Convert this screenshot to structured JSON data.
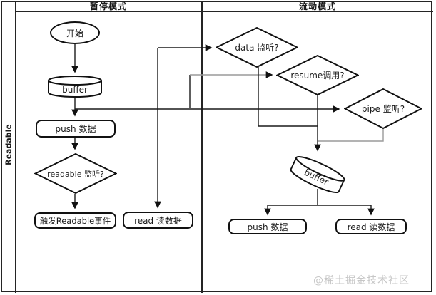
{
  "pool": {
    "label": "Readable"
  },
  "lanes": {
    "paused": {
      "title": "暂停模式"
    },
    "flowing": {
      "title": "流动模式"
    }
  },
  "nodes": {
    "start": {
      "type": "ellipse",
      "label": "开始"
    },
    "buffer_left": {
      "type": "cylinder",
      "label": "buffer"
    },
    "push_left": {
      "type": "process",
      "label": "push 数据"
    },
    "readable_check": {
      "type": "decision",
      "label": "readable 监听?"
    },
    "trigger_readable": {
      "type": "process",
      "label": "触发Readable事件"
    },
    "read_left": {
      "type": "process",
      "label": "read 读数据"
    },
    "data_check": {
      "type": "decision",
      "label": "data 监听?"
    },
    "resume_check": {
      "type": "decision",
      "label": "resume调用?"
    },
    "pipe_check": {
      "type": "decision",
      "label": "pipe 监听?"
    },
    "buffer_right": {
      "type": "cylinder-rotated",
      "label": "buffer"
    },
    "push_right": {
      "type": "process",
      "label": "push 数据"
    },
    "read_right": {
      "type": "process",
      "label": "read 读数据"
    }
  },
  "watermark": {
    "text": "@稀土掘金技术社区"
  },
  "colors": {
    "line": "#1a1a1a",
    "secondary_line": "#9a9a9a",
    "shape_border": "#111111",
    "watermark": "#c7c7c7",
    "background": "#ffffff"
  }
}
